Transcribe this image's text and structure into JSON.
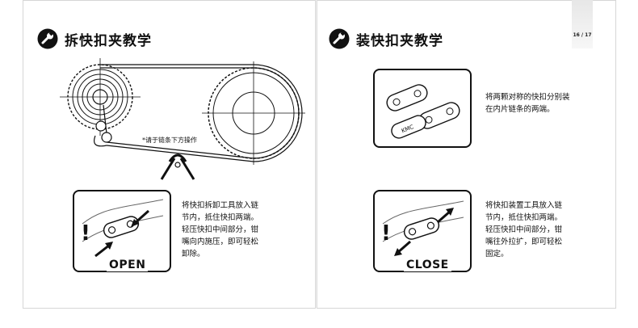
{
  "left_page": {
    "title": "拆快扣夹教学",
    "note": "*请于链条下方操作",
    "step_text": [
      "将快扣拆卸工具放入链",
      "节内，抵住快扣两端。",
      "轻压快扣中间部分，钳",
      "嘴向内施压，即可轻松",
      "卸除。"
    ],
    "panel_label": "OPEN"
  },
  "right_page": {
    "title": "装快扣夹教学",
    "page_number": "16 / 17",
    "intro_text": [
      "将两颗对称的快扣分别装",
      "在内片链条的两端。"
    ],
    "step_text": [
      "将快扣装置工具放入链",
      "节内，抵住快扣两端。",
      "轻压快扣中间部分，钳",
      "嘴往外拉扩，即可轻松",
      "固定。"
    ],
    "panel_label": "CLOSE",
    "link_stamp": "KMC"
  },
  "icons": {
    "title_icon": "wrench-icon"
  }
}
